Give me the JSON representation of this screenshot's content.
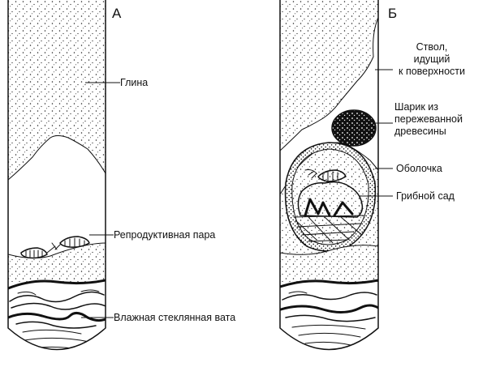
{
  "panels": {
    "a": {
      "label": "А",
      "clay_label": "Глина",
      "pair_label": "Репродуктивная пара",
      "wool_label": "Влажная стеклянная вата"
    },
    "b": {
      "label": "Б",
      "shaft_label": "Ствол,\nидущий\nк поверхности",
      "ball_label": "Шарик из\nпережеванной\nдревесины",
      "shell_label": "Оболочка",
      "garden_label": "Грибной сад"
    }
  }
}
